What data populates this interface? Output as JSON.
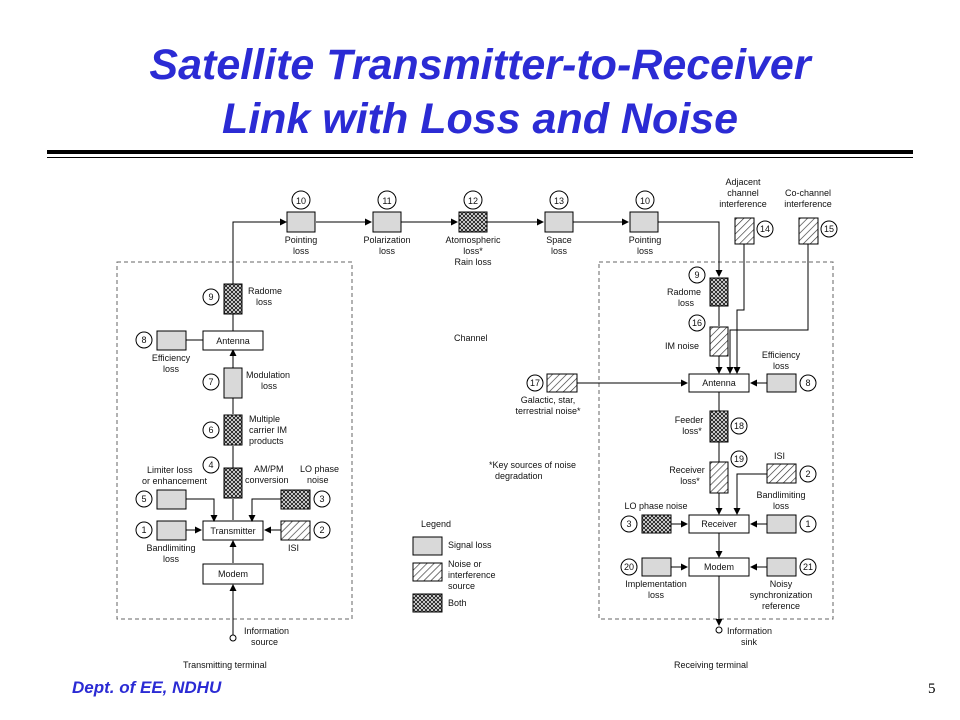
{
  "slide": {
    "title_line1": "Satellite Transmitter-to-Receiver",
    "title_line2": "Link with Loss and Noise",
    "footer": "Dept. of EE, NDHU",
    "page_number": "5"
  },
  "diagram": {
    "channel_label": "Channel",
    "top_path": [
      {
        "num": "10",
        "label1": "Pointing",
        "label2": "loss",
        "label3": ""
      },
      {
        "num": "11",
        "label1": "Polarization",
        "label2": "loss",
        "label3": ""
      },
      {
        "num": "12",
        "label1": "Atomospheric",
        "label2": "loss*",
        "label3": "Rain loss"
      },
      {
        "num": "13",
        "label1": "Space",
        "label2": "loss",
        "label3": ""
      },
      {
        "num": "10",
        "label1": "Pointing",
        "label2": "loss",
        "label3": ""
      }
    ],
    "transmitter": {
      "terminal_label": "Transmitting terminal",
      "info_source": [
        "Information",
        "source"
      ],
      "modem": "Modem",
      "transmitter": "Transmitter",
      "antenna": "Antenna",
      "radome": {
        "num": "9",
        "label1": "Radome",
        "label2": "loss"
      },
      "efficiency": {
        "num": "8",
        "label1": "Efficiency",
        "label2": "loss"
      },
      "modulation": {
        "num": "7",
        "label1": "Modulation",
        "label2": "loss"
      },
      "multiple": {
        "num": "6",
        "label1": "Multiple",
        "label2": "carrier IM",
        "label3": "products"
      },
      "ampm": {
        "num": "4",
        "label1": "AM/PM",
        "label2": "conversion"
      },
      "limiter": {
        "num": "5",
        "label1": "Limiter loss",
        "label2": "or enhancement"
      },
      "lophase": {
        "num": "3",
        "label1": "LO phase",
        "label2": "noise"
      },
      "bandlimiting": {
        "num": "1",
        "label1": "Bandlimiting",
        "label2": "loss"
      },
      "isi": {
        "num": "2",
        "label1": "ISI"
      }
    },
    "receiver": {
      "terminal_label": "Receiving terminal",
      "adjacent": {
        "num": "14",
        "label1": "Adjacent",
        "label2": "channel",
        "label3": "interference"
      },
      "cochannel": {
        "num": "15",
        "label1": "Co-channel",
        "label2": "interference"
      },
      "radome": {
        "num": "9",
        "label1": "Radome",
        "label2": "loss"
      },
      "imnoise": {
        "num": "16",
        "label1": "IM noise"
      },
      "antenna": "Antenna",
      "efficiency": {
        "num": "8",
        "label1": "Efficiency",
        "label2": "loss"
      },
      "galactic": {
        "num": "17",
        "label1": "Galactic, star,",
        "label2": "terrestrial noise*"
      },
      "feeder": {
        "num": "18",
        "label1": "Feeder",
        "label2": "loss*"
      },
      "receiverloss": {
        "num": "19",
        "label1": "Receiver",
        "label2": "loss*"
      },
      "isi": {
        "num": "2",
        "label1": "ISI"
      },
      "bandlimiting": {
        "num": "1",
        "label1": "Bandlimiting",
        "label2": "loss"
      },
      "lophase": {
        "num": "3",
        "label1": "LO phase noise"
      },
      "receiver": "Receiver",
      "modem": "Modem",
      "implementation": {
        "num": "20",
        "label1": "Implementation",
        "label2": "loss"
      },
      "noisysync": {
        "num": "21",
        "label1": "Noisy",
        "label2": "synchronization",
        "label3": "reference"
      },
      "info_sink": [
        "Information",
        "sink"
      ]
    },
    "note": [
      "*Key sources of noise",
      "degradation"
    ],
    "legend": {
      "title": "Legend",
      "signal_loss": "Signal loss",
      "noise_line1": "Noise or",
      "noise_line2": "interference",
      "noise_line3": "source",
      "both": "Both"
    }
  }
}
